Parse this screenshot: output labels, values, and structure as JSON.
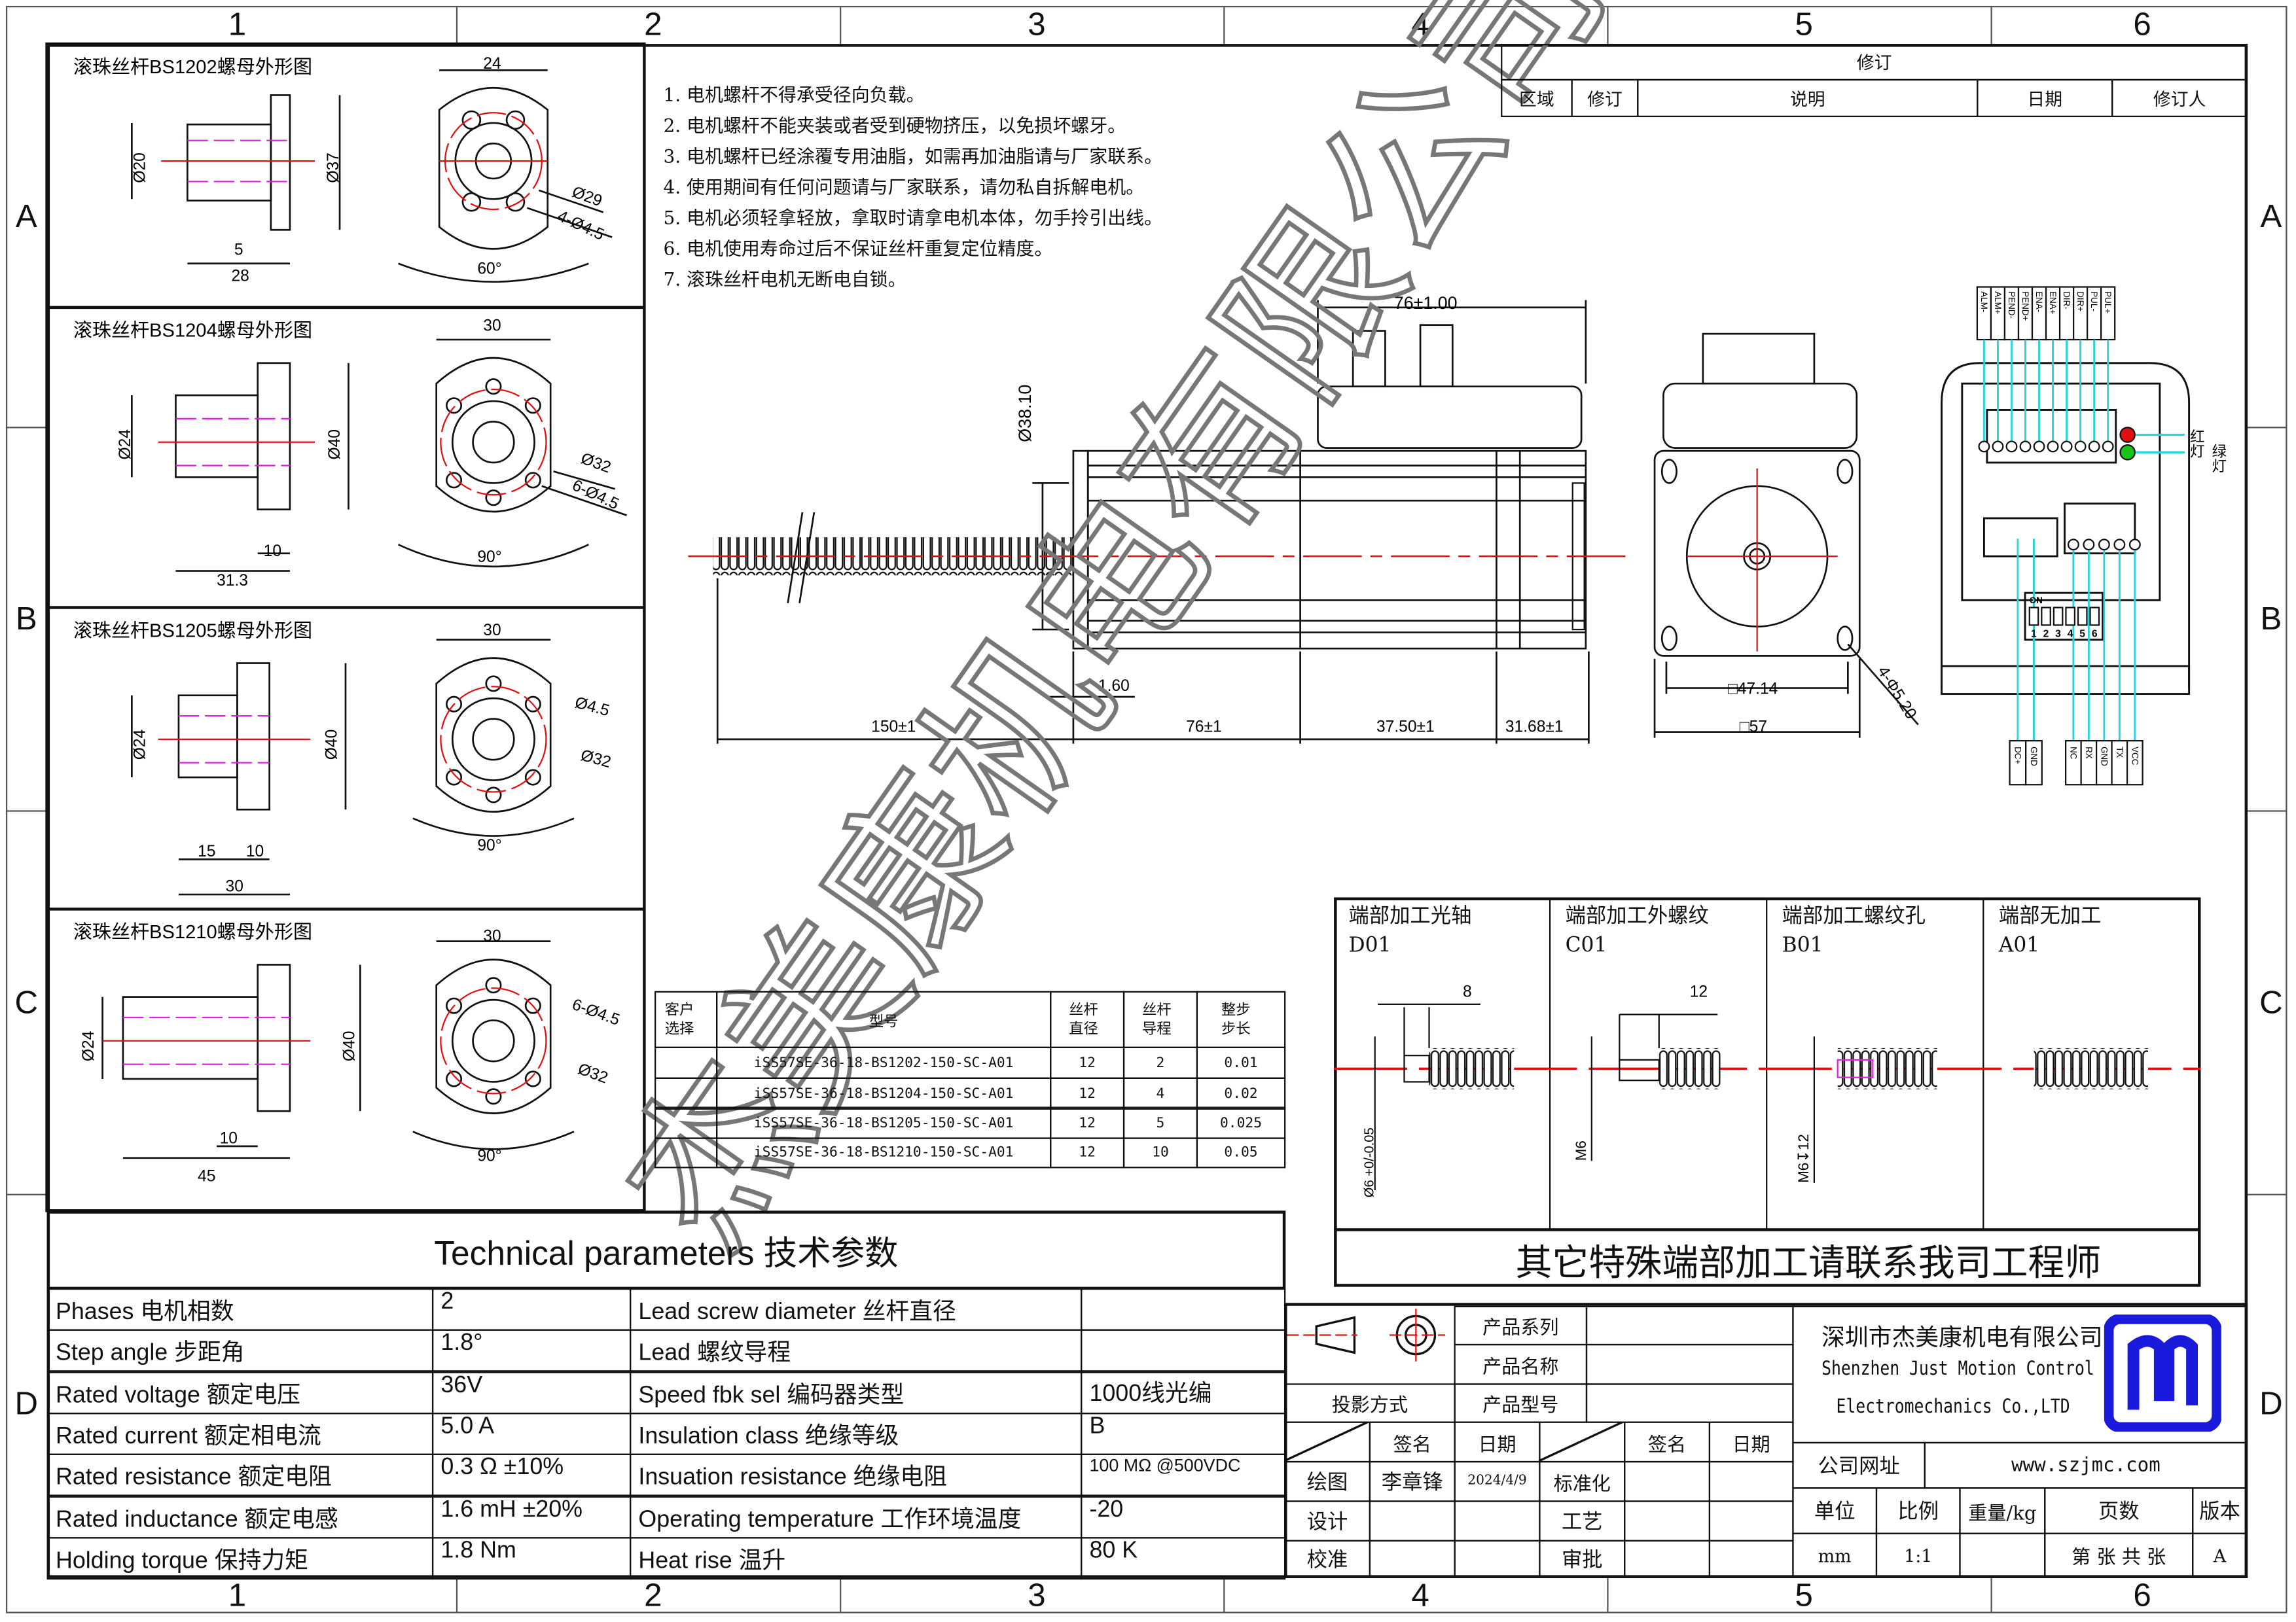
{
  "grid": {
    "columns": [
      "1",
      "2",
      "3",
      "4",
      "5",
      "6"
    ],
    "rows": [
      "A",
      "B",
      "C",
      "D"
    ]
  },
  "watermark": "杰美康机电有限公司",
  "revision_table": {
    "title": "修订",
    "headers": [
      "区域",
      "修订",
      "说明",
      "日期",
      "修订人"
    ]
  },
  "notes": [
    "1. 电机螺杆不得承受径向负载。",
    "2. 电机螺杆不能夹装或者受到硬物挤压，以免损坏螺牙。",
    "3. 电机螺杆已经涂覆专用油脂，如需再加油脂请与厂家联系。",
    "4. 使用期间有任何问题请与厂家联系，请勿私自拆解电机。",
    "5. 电机必须轻拿轻放，拿取时请拿电机本体，勿手拎引出线。",
    "6. 电机使用寿命过后不保证丝杆重复定位精度。",
    "7. 滚珠丝杆电机无断电自锁。"
  ],
  "nuts": [
    {
      "title": "滚珠丝杆BS1202螺母外形图",
      "width": "24",
      "body_dia": "Ø20",
      "flange_dia": "Ø37",
      "flange": "5",
      "length": "28",
      "pcd": "Ø29",
      "holes": "4-Ø4.5",
      "angle": "60°"
    },
    {
      "title": "滚珠丝杆BS1204螺母外形图",
      "width": "30",
      "body_dia": "Ø24",
      "flange_dia": "Ø40",
      "flange": "10",
      "length": "31.3",
      "pcd": "Ø32",
      "holes": "6-Ø4.5",
      "angle": "90°"
    },
    {
      "title": "滚珠丝杆BS1205螺母外形图",
      "width": "30",
      "body_dia": "Ø24",
      "flange_dia": "Ø40",
      "flange": "10",
      "length": "30",
      "pcd": "Ø32",
      "holes": "Ø4.5",
      "angle": "90°",
      "extra": "15"
    },
    {
      "title": "滚珠丝杆BS1210螺母外形图",
      "width": "30",
      "body_dia": "Ø24",
      "flange_dia": "Ø40",
      "flange": "10",
      "length": "45",
      "pcd": "Ø32",
      "holes": "6-Ø4.5",
      "angle": "90°"
    }
  ],
  "motor_dims": {
    "driver_len": "76±1.00",
    "boss_dia": "Ø38.10",
    "boss_h": "1.60",
    "screw_len": "150±1",
    "body_len": "76±1",
    "seg1": "37.50±1",
    "seg2": "31.68±1",
    "hole_spacing": "□47.14",
    "frame": "□57",
    "holes": "4-Φ5.20"
  },
  "connector": {
    "top_pins": [
      "ALM-",
      "ALM+",
      "PEND-",
      "PEND+",
      "ENA-",
      "ENA+",
      "DIR-",
      "DIR+",
      "PUL-",
      "PUL+"
    ],
    "power_pins": [
      "DC+",
      "GND"
    ],
    "comm_pins": [
      "NC",
      "RX",
      "GND",
      "TX",
      "VCC"
    ],
    "dip_label": "ON",
    "dip_numbers": [
      "1",
      "2",
      "3",
      "4",
      "5",
      "6"
    ],
    "red_led": "红灯",
    "green_led": "绿灯",
    "colors": {
      "wire": "#2ad4dc",
      "red": "#e01010",
      "green": "#19c419"
    }
  },
  "model_table": {
    "headers": [
      "客户选择",
      "型号",
      "丝杆直径",
      "丝杆导程",
      "整步步长"
    ],
    "rows": [
      {
        "model": "iSS57SE-36-18-BS1202-150-SC-A01",
        "dia": "12",
        "lead": "2",
        "step": "0.01"
      },
      {
        "model": "iSS57SE-36-18-BS1204-150-SC-A01",
        "dia": "12",
        "lead": "4",
        "step": "0.02"
      },
      {
        "model": "iSS57SE-36-18-BS1205-150-SC-A01",
        "dia": "12",
        "lead": "5",
        "step": "0.025"
      },
      {
        "model": "iSS57SE-36-18-BS1210-150-SC-A01",
        "dia": "12",
        "lead": "10",
        "step": "0.05"
      }
    ]
  },
  "end_processing": {
    "options": [
      {
        "title": "端部加工光轴",
        "code": "D01",
        "dim": "8",
        "spec": "Ø6 +0/-0.05"
      },
      {
        "title": "端部加工外螺纹",
        "code": "C01",
        "dim": "12",
        "spec": "M6"
      },
      {
        "title": "端部加工螺纹孔",
        "code": "B01",
        "dim": "",
        "spec": "M6↧12"
      },
      {
        "title": "端部无加工",
        "code": "A01",
        "dim": "",
        "spec": ""
      }
    ],
    "footer": "其它特殊端部加工请联系我司工程师"
  },
  "tech_params": {
    "title": "Technical parameters 技术参数",
    "rows": [
      [
        "Phases 电机相数",
        "2",
        "Lead screw diameter 丝杆直径",
        ""
      ],
      [
        "Step angle 步距角",
        "1.8°",
        "Lead 螺纹导程",
        ""
      ],
      [
        "Rated voltage 额定电压",
        "36V",
        "Speed fbk sel  编码器类型",
        "1000线光编"
      ],
      [
        "Rated current 额定相电流",
        "5.0 A",
        "Insulation class 绝缘等级",
        "B"
      ],
      [
        "Rated resistance 额定电阻",
        "0.3 Ω  ±10%",
        "Insuation resistance 绝缘电阻",
        "100 MΩ @500VDC"
      ],
      [
        "Rated inductance 额定电感",
        "1.6 mH ±20%",
        "Operating temperature 工作环境温度",
        "-20"
      ],
      [
        "Holding torque 保持力矩",
        "1.8 Nm",
        "Heat rise 温升",
        "80 K"
      ]
    ]
  },
  "title_block": {
    "product_series": "产品系列",
    "product_name": "产品名称",
    "product_model": "产品型号",
    "projection": "投影方式",
    "sign": "签名",
    "date": "日期",
    "drawn": "绘图",
    "drawn_by": "李章锋",
    "drawn_date": "2024/4/9",
    "design": "设计",
    "check": "校准",
    "standard": "标准化",
    "process": "工艺",
    "approve": "审批",
    "company_cn": "深圳市杰美康机电有限公司",
    "company_en1": "Shenzhen Just Motion Control",
    "company_en2": "Electromechanics Co.,LTD",
    "website_label": "公司网址",
    "website": "www.szjmc.com",
    "unit_label": "单位",
    "scale_label": "比例",
    "weight_label": "重量/kg",
    "page_label": "页数",
    "version_label": "版本",
    "unit": "mm",
    "scale": "1:1",
    "weight": "",
    "page": "第 张 共 张",
    "version": "A",
    "logo_color": "#1a1adc"
  }
}
